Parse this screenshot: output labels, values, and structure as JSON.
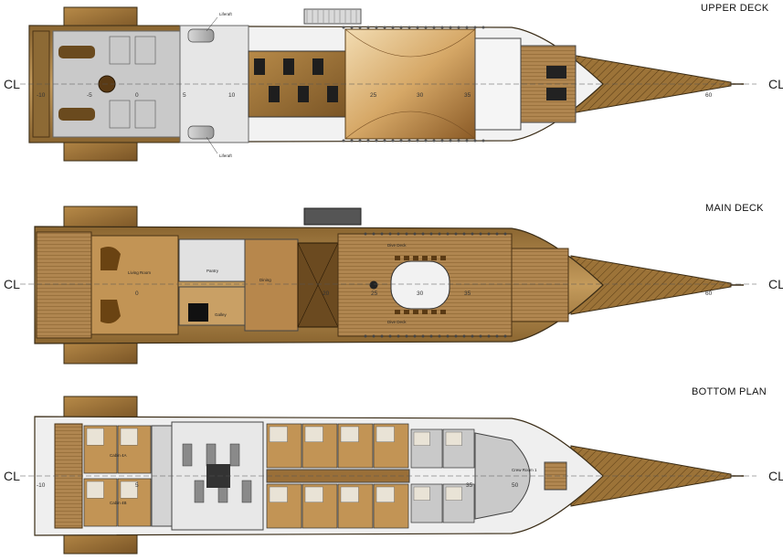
{
  "decks": {
    "upper": {
      "title": "UPPER DECK",
      "labels": {
        "liferaft_top": "Liferaft",
        "liferaft_bottom": "Liferaft"
      },
      "stations": [
        "-10",
        "-5",
        "0",
        "5",
        "10",
        "25",
        "30",
        "35",
        "60"
      ]
    },
    "main": {
      "title": "MAIN DECK",
      "labels": {
        "living_room": "Living Room",
        "pantry": "Pantry",
        "dining": "Dining",
        "dive_deck_top": "Dive Deck",
        "dive_deck_bottom": "Dive Deck",
        "galley": "Galley"
      },
      "stations": [
        "0",
        "20",
        "25",
        "30",
        "35",
        "60"
      ]
    },
    "bottom": {
      "title": "BOTTOM PLAN",
      "labels": {
        "cabin_a": "Cabin 4A",
        "cabin_b": "Cabin 4B",
        "crew_room": "Crew Room 1"
      },
      "stations": [
        "-10",
        "5",
        "35",
        "50"
      ]
    }
  },
  "centerline": "CL",
  "colors": {
    "wood": "#a9824a",
    "wood_dark": "#6e4f22",
    "wood_light": "#d6b47a",
    "floor_grey": "#b8b8b8",
    "hull_line": "#3a2c16"
  }
}
